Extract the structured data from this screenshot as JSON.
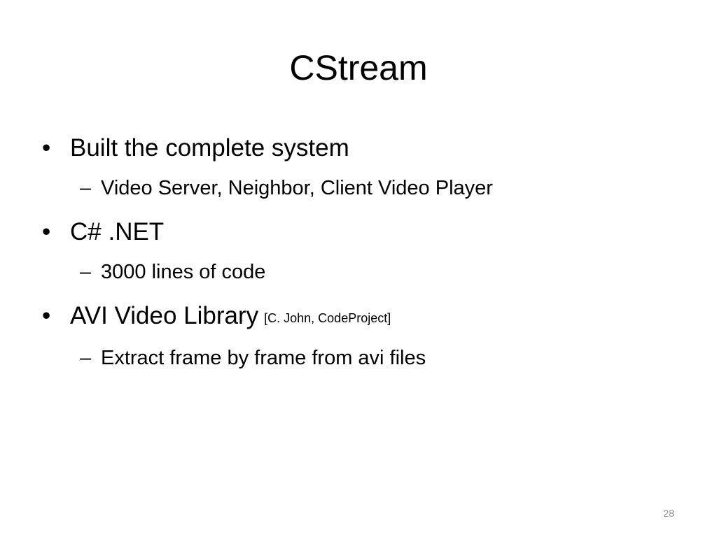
{
  "slide": {
    "title": "CStream",
    "bullets": [
      {
        "text": "Built the complete system",
        "sub": [
          "Video Server, Neighbor, Client Video Player"
        ]
      },
      {
        "text": "C# .NET",
        "sub": [
          "3000 lines of code"
        ]
      },
      {
        "text": "AVI Video Library",
        "citation": "[C. John, CodeProject]",
        "sub": [
          "Extract frame by frame from avi files"
        ]
      }
    ],
    "bullet_mark": "•",
    "sub_mark": "–",
    "page_number": "28"
  }
}
